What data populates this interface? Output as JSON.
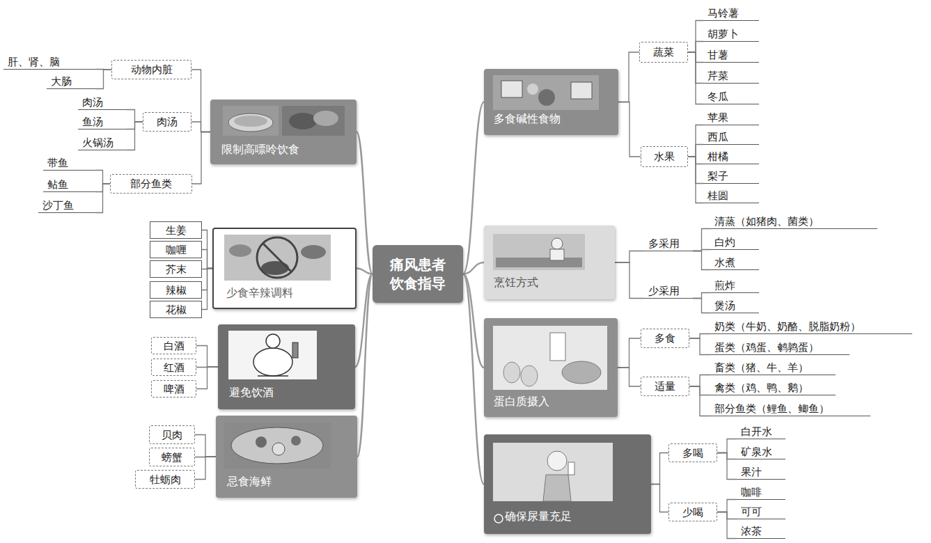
{
  "diagram": {
    "nodes": [
      {
        "text": [
          "痛风患者饮食指导"
        ]
      },
      {
        "text": [
          "限制高嘌呤饮食"
        ]
      },
      {
        "text": [
          "动物内脏"
        ]
      },
      {
        "text": [
          "肝、肾、脑"
        ]
      },
      {
        "text": [
          "大肠"
        ]
      },
      {
        "text": [
          "肉汤"
        ]
      },
      {
        "text": [
          "肉汤"
        ]
      },
      {
        "text": [
          "鱼汤"
        ]
      },
      {
        "text": [
          "火锅汤"
        ]
      },
      {
        "text": [
          "部分鱼类"
        ]
      },
      {
        "text": [
          "带鱼"
        ]
      },
      {
        "text": [
          "鲇鱼"
        ]
      },
      {
        "text": [
          "沙丁鱼"
        ]
      },
      {
        "text": [
          "少食辛辣调料"
        ]
      },
      {
        "text": [
          "生姜"
        ]
      },
      {
        "text": [
          "咖喱"
        ]
      },
      {
        "text": [
          "芥末"
        ]
      },
      {
        "text": [
          "辣椒"
        ]
      },
      {
        "text": [
          "花椒"
        ]
      },
      {
        "text": [
          "避免饮酒"
        ]
      },
      {
        "text": [
          "白酒"
        ]
      },
      {
        "text": [
          "红酒"
        ]
      },
      {
        "text": [
          "啤酒"
        ]
      },
      {
        "text": [
          "忌食海鲜"
        ]
      },
      {
        "text": [
          "贝肉"
        ]
      },
      {
        "text": [
          "螃蟹"
        ]
      },
      {
        "text": [
          "牡蛎肉"
        ]
      },
      {
        "text": [
          "多食碱性食物"
        ]
      },
      {
        "text": [
          "蔬菜"
        ]
      },
      {
        "text": [
          "马铃薯"
        ]
      },
      {
        "text": [
          "胡萝卜"
        ]
      },
      {
        "text": [
          "甘薯"
        ]
      },
      {
        "text": [
          "芹菜"
        ]
      },
      {
        "text": [
          "冬瓜"
        ]
      },
      {
        "text": [
          "水果"
        ]
      },
      {
        "text": [
          "苹果"
        ]
      },
      {
        "text": [
          "西瓜"
        ]
      },
      {
        "text": [
          "柑橘"
        ]
      },
      {
        "text": [
          "梨子"
        ]
      },
      {
        "text": [
          "桂圆"
        ]
      },
      {
        "text": [
          "烹饪方式"
        ]
      },
      {
        "text": [
          "多采用"
        ]
      },
      {
        "text": [
          "清蒸（如猪肉、菌类）"
        ]
      },
      {
        "text": [
          "白灼"
        ]
      },
      {
        "text": [
          "水煮"
        ]
      },
      {
        "text": [
          "少采用"
        ]
      },
      {
        "text": [
          "煎炸"
        ]
      },
      {
        "text": [
          "煲汤"
        ]
      },
      {
        "text": [
          "蛋白质摄入"
        ]
      },
      {
        "text": [
          "多食"
        ]
      },
      {
        "text": [
          "奶类（牛奶、奶酪、脱脂奶粉）"
        ]
      },
      {
        "text": [
          "蛋类（鸡蛋、鹌鹑蛋）"
        ]
      },
      {
        "text": [
          "适量"
        ]
      },
      {
        "text": [
          "畜类（猪、牛、羊）"
        ]
      },
      {
        "text": [
          "禽类（鸡、鸭、鹅）"
        ]
      },
      {
        "text": [
          "部分鱼类（鲤鱼、鲫鱼）"
        ]
      },
      {
        "text": [
          "确保尿量充足"
        ]
      },
      {
        "text": [
          "多喝"
        ]
      },
      {
        "text": [
          "白开水"
        ]
      },
      {
        "text": [
          "矿泉水"
        ]
      },
      {
        "text": [
          "果汁"
        ]
      },
      {
        "text": [
          "少喝"
        ]
      },
      {
        "text": [
          "咖啡"
        ]
      },
      {
        "text": [
          "可可"
        ]
      },
      {
        "text": [
          "浓茶"
        ]
      }
    ],
    "edges": [
      {
        "from": 0,
        "to": 1,
        "arrow": "none"
      },
      {
        "from": 0,
        "to": 13,
        "arrow": "none"
      },
      {
        "from": 0,
        "to": 19,
        "arrow": "none"
      },
      {
        "from": 0,
        "to": 23,
        "arrow": "none"
      },
      {
        "from": 0,
        "to": 27,
        "arrow": "none"
      },
      {
        "from": 0,
        "to": 40,
        "arrow": "none"
      },
      {
        "from": 0,
        "to": 48,
        "arrow": "none"
      },
      {
        "from": 0,
        "to": 56,
        "arrow": "none"
      },
      {
        "from": 1,
        "to": 2,
        "arrow": "none"
      },
      {
        "from": 2,
        "to": 3,
        "arrow": "none"
      },
      {
        "from": 2,
        "to": 4,
        "arrow": "none"
      },
      {
        "from": 1,
        "to": 5,
        "arrow": "none"
      },
      {
        "from": 5,
        "to": 6,
        "arrow": "none"
      },
      {
        "from": 5,
        "to": 7,
        "arrow": "none"
      },
      {
        "from": 5,
        "to": 8,
        "arrow": "none"
      },
      {
        "from": 1,
        "to": 9,
        "arrow": "none"
      },
      {
        "from": 9,
        "to": 10,
        "arrow": "none"
      },
      {
        "from": 9,
        "to": 11,
        "arrow": "none"
      },
      {
        "from": 9,
        "to": 12,
        "arrow": "none"
      },
      {
        "from": 13,
        "to": 14,
        "arrow": "none"
      },
      {
        "from": 13,
        "to": 15,
        "arrow": "none"
      },
      {
        "from": 13,
        "to": 16,
        "arrow": "none"
      },
      {
        "from": 13,
        "to": 17,
        "arrow": "none"
      },
      {
        "from": 13,
        "to": 18,
        "arrow": "none"
      },
      {
        "from": 19,
        "to": 20,
        "arrow": "none"
      },
      {
        "from": 19,
        "to": 21,
        "arrow": "none"
      },
      {
        "from": 19,
        "to": 22,
        "arrow": "none"
      },
      {
        "from": 23,
        "to": 24,
        "arrow": "none"
      },
      {
        "from": 23,
        "to": 25,
        "arrow": "none"
      },
      {
        "from": 23,
        "to": 26,
        "arrow": "none"
      },
      {
        "from": 27,
        "to": 28,
        "arrow": "none"
      },
      {
        "from": 28,
        "to": 29,
        "arrow": "none"
      },
      {
        "from": 28,
        "to": 30,
        "arrow": "none"
      },
      {
        "from": 28,
        "to": 31,
        "arrow": "none"
      },
      {
        "from": 28,
        "to": 32,
        "arrow": "none"
      },
      {
        "from": 28,
        "to": 33,
        "arrow": "none"
      },
      {
        "from": 27,
        "to": 34,
        "arrow": "none"
      },
      {
        "from": 34,
        "to": 35,
        "arrow": "none"
      },
      {
        "from": 34,
        "to": 36,
        "arrow": "none"
      },
      {
        "from": 34,
        "to": 37,
        "arrow": "none"
      },
      {
        "from": 34,
        "to": 38,
        "arrow": "none"
      },
      {
        "from": 34,
        "to": 39,
        "arrow": "none"
      },
      {
        "from": 40,
        "to": 41,
        "arrow": "none"
      },
      {
        "from": 41,
        "to": 42,
        "arrow": "none"
      },
      {
        "from": 41,
        "to": 43,
        "arrow": "none"
      },
      {
        "from": 41,
        "to": 44,
        "arrow": "none"
      },
      {
        "from": 40,
        "to": 45,
        "arrow": "none"
      },
      {
        "from": 45,
        "to": 46,
        "arrow": "none"
      },
      {
        "from": 45,
        "to": 47,
        "arrow": "none"
      },
      {
        "from": 48,
        "to": 49,
        "arrow": "none"
      },
      {
        "from": 49,
        "to": 50,
        "arrow": "none"
      },
      {
        "from": 49,
        "to": 51,
        "arrow": "none"
      },
      {
        "from": 48,
        "to": 52,
        "arrow": "none"
      },
      {
        "from": 52,
        "to": 53,
        "arrow": "none"
      },
      {
        "from": 52,
        "to": 54,
        "arrow": "none"
      },
      {
        "from": 52,
        "to": 55,
        "arrow": "none"
      },
      {
        "from": 56,
        "to": 57,
        "arrow": "none"
      },
      {
        "from": 57,
        "to": 58,
        "arrow": "none"
      },
      {
        "from": 57,
        "to": 59,
        "arrow": "none"
      },
      {
        "from": 57,
        "to": 60,
        "arrow": "none"
      },
      {
        "from": 56,
        "to": 61,
        "arrow": "none"
      },
      {
        "from": 61,
        "to": 62,
        "arrow": "none"
      },
      {
        "from": 61,
        "to": 63,
        "arrow": "none"
      },
      {
        "from": 61,
        "to": 64,
        "arrow": "none"
      }
    ]
  }
}
